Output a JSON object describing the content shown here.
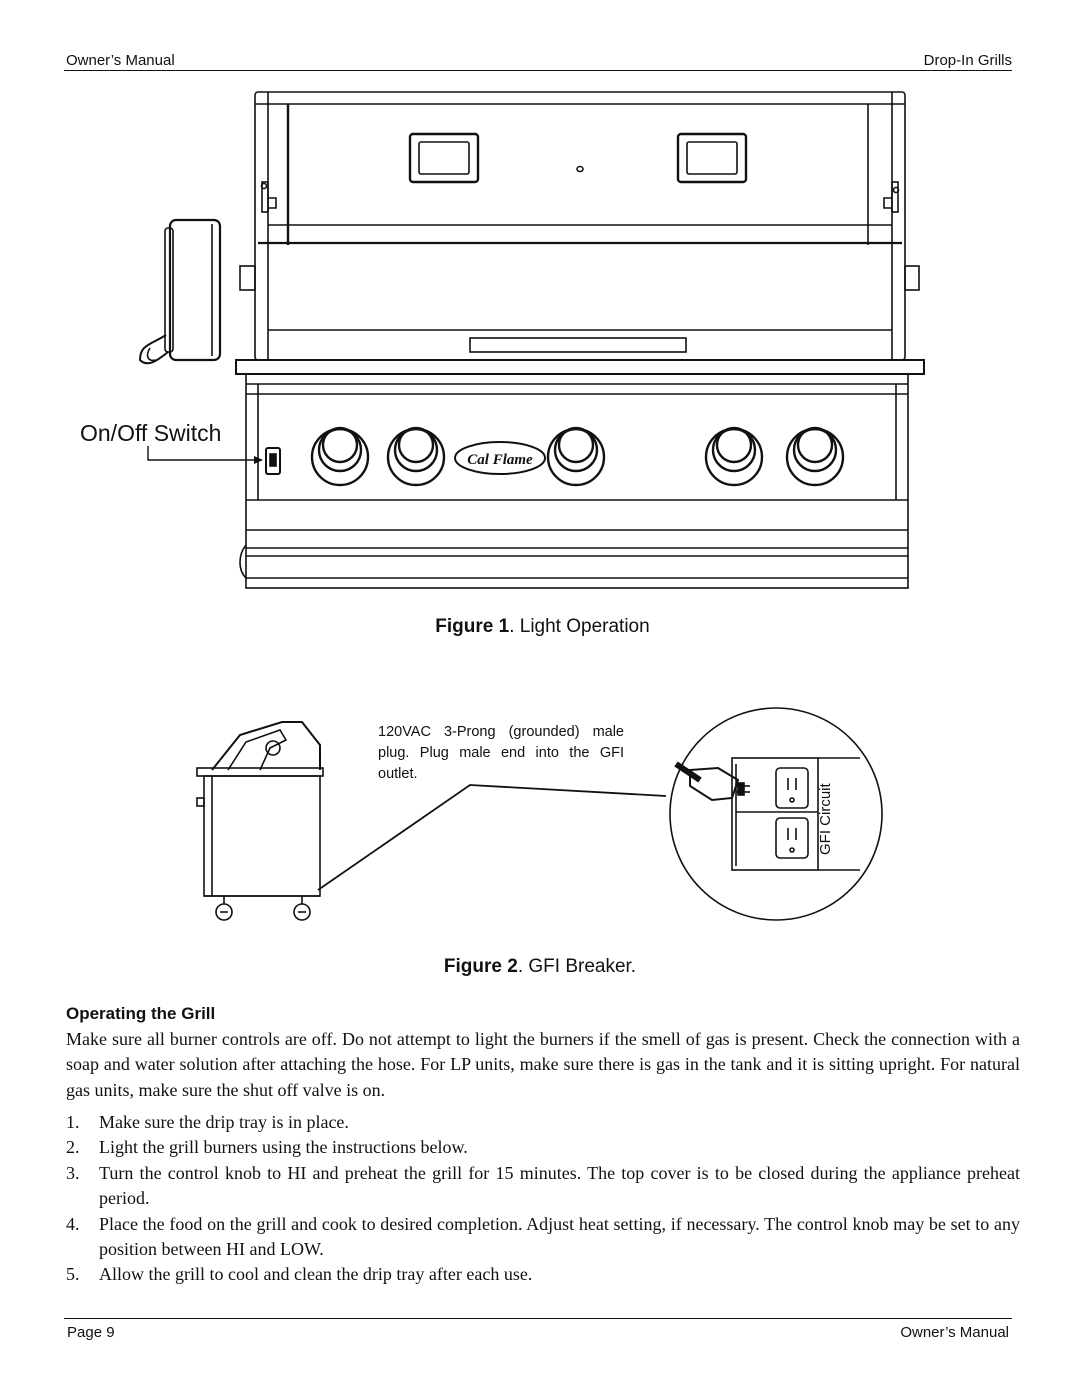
{
  "header": {
    "left": "Owner’s Manual",
    "right": "Drop-In Grills"
  },
  "figure1": {
    "callout": "On/Off Switch",
    "logo_text": "Cal Flame",
    "caption_label": "Figure 1",
    "caption_text": ". Light Operation"
  },
  "figure2": {
    "plug_note": "120VAC 3-Prong (grounded) male plug. Plug male end into the GFI outlet.",
    "circuit_label": "GFI Circuit",
    "caption_label": "Figure 2",
    "caption_text": ". GFI Breaker."
  },
  "section": {
    "heading": "Operating the Grill",
    "intro": "Make sure all burner controls are off.  Do not attempt to light the burners if the smell of gas is present. Check the connection with a soap and water solution after attaching the hose.  For LP units, make sure there is gas in the tank and it is sitting upright. For natural gas units, make sure the shut off valve is on.",
    "steps": [
      {
        "num": "1.",
        "text": "Make sure the drip tray is in place."
      },
      {
        "num": "2.",
        "text": "Light the grill burners using the instructions below."
      },
      {
        "num": "3.",
        "text": "Turn the control knob to HI and preheat the grill for 15 minutes.  The top cover is to be closed during the appliance preheat period."
      },
      {
        "num": "4.",
        "text": "Place the food on the grill and cook to desired completion. Adjust heat setting, if necessary.  The control knob may be set to any position between HI and LOW."
      },
      {
        "num": "5.",
        "text": "Allow the grill to cool and clean the drip tray after each use."
      }
    ]
  },
  "footer": {
    "left": "Page 9",
    "right": "Owner’s Manual"
  }
}
